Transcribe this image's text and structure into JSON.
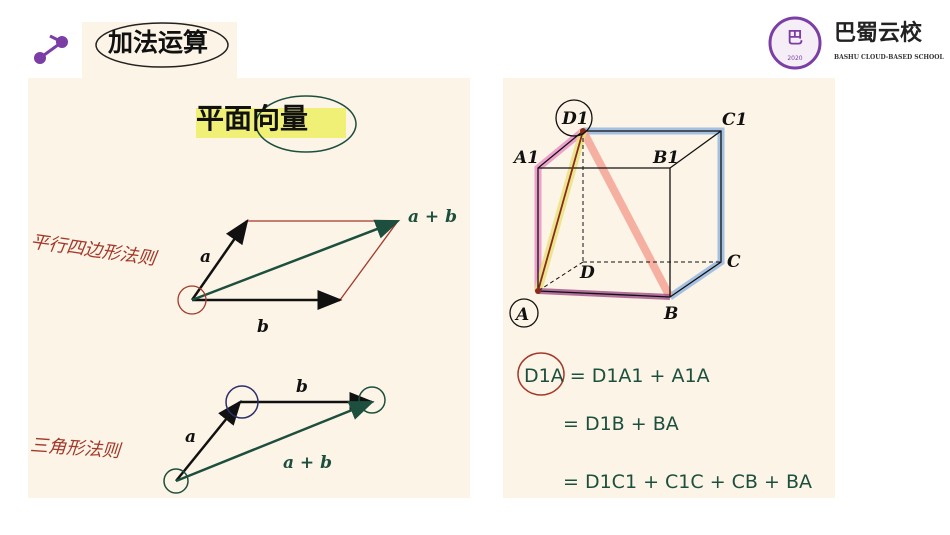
{
  "header": {
    "title": "加法运算",
    "logo_text": "巴蜀云校",
    "logo_subtitle": "BASHU CLOUD-BASED SCHOOL",
    "logo_year": "2020"
  },
  "left": {
    "heading": "平面向量",
    "rule1": "平行四边形法则",
    "rule2": "三角形法则",
    "labels": {
      "a": "a",
      "b": "b",
      "sum": "a + b"
    }
  },
  "right": {
    "vertices": {
      "A": "A",
      "B": "B",
      "C": "C",
      "D": "D",
      "A1": "A1",
      "B1": "B1",
      "C1": "C1",
      "D1": "D1"
    },
    "equations": [
      "D1A = D1A1 + A1A",
      "= D1B + BA",
      "= D1C1 + C1C + CB + BA"
    ]
  },
  "colors": {
    "panel": "#fcf4e6",
    "ink_green": "#1d4f3e",
    "ink_red": "#a3392a",
    "pink": "#e88bc4",
    "blue": "#8fb3e0",
    "salmon": "#f4a090",
    "yellow": "#e9e27a"
  }
}
